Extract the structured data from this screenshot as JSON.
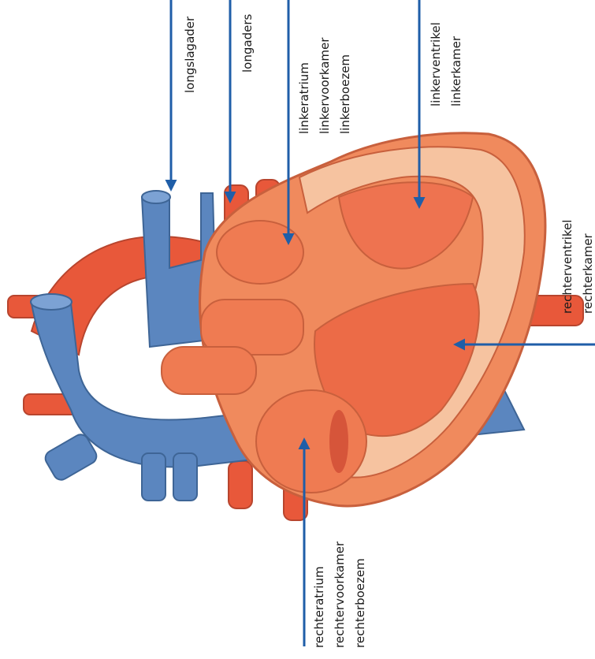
{
  "labels": {
    "pulmonary_artery": "longslagader",
    "pulmonary_veins": "longaders",
    "left_atrium": [
      "linkeratrium",
      "linkervoorkamer",
      "linkerboezem"
    ],
    "left_ventricle": [
      "linkerventrikel",
      "linkerkamer"
    ],
    "right_ventricle": [
      "rechterventrikel",
      "rechterkamer"
    ],
    "right_atrium": [
      "rechteratrium",
      "rechtervoorkamer",
      "rechterboezem"
    ]
  },
  "colors": {
    "arrow": "#1f5ea8",
    "vein_blue": "#5b86bf",
    "artery_red": "#e8583a",
    "muscle": "#f08a5d",
    "inner_wall": "#f6c3a0"
  }
}
